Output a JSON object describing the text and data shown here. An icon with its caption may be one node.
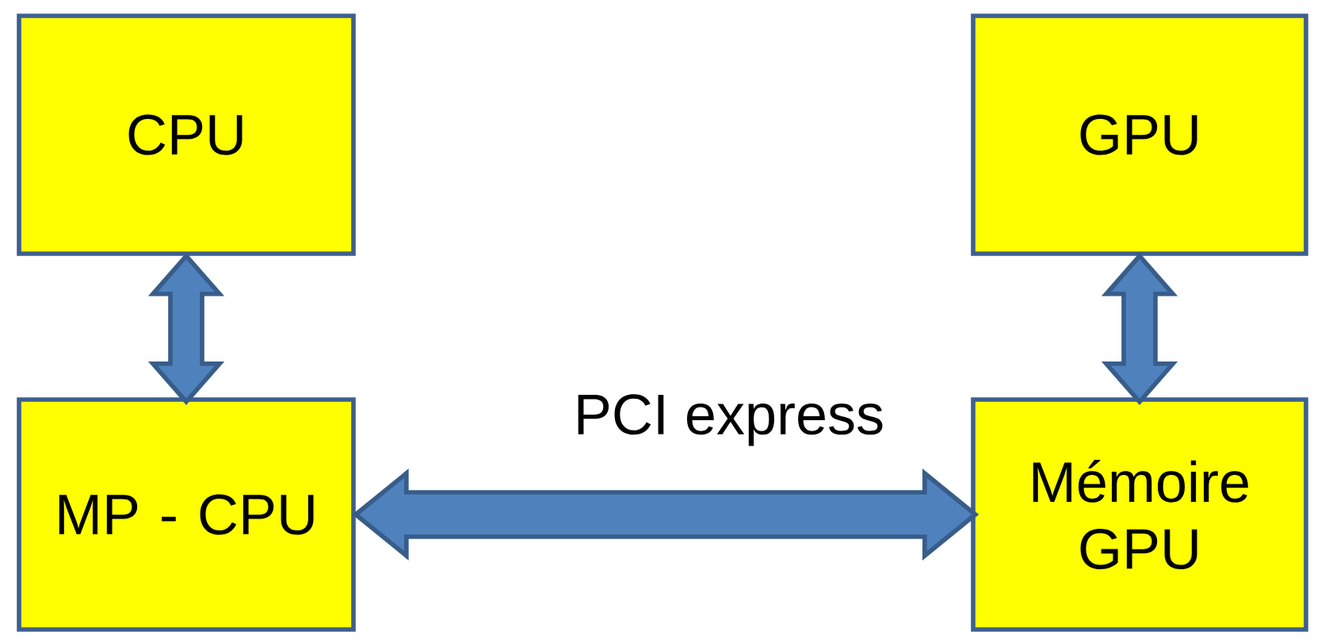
{
  "diagram": {
    "nodes": [
      {
        "text": [
          "CPU"
        ]
      },
      {
        "text": [
          "MP - CPU"
        ]
      },
      {
        "text": [
          "GPU"
        ]
      },
      {
        "text": [
          "Mémoire GPU"
        ]
      }
    ],
    "edges": [
      {
        "from": 0,
        "to": 1,
        "arrow": "both"
      },
      {
        "from": 1,
        "to": 3,
        "arrow": "both",
        "label": "PCI express"
      },
      {
        "from": 2,
        "to": 3,
        "arrow": "both"
      }
    ]
  }
}
